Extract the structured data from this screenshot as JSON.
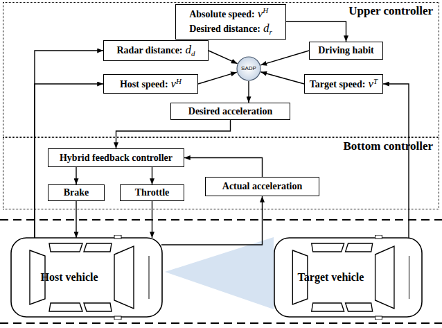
{
  "diagram": {
    "nodes": [
      {
        "text": [
          "Upper controller"
        ]
      },
      {
        "text": [
          "Absolute speed:",
          "v",
          "H",
          "Desired distance:",
          "d",
          "r"
        ],
        "in": 0
      },
      {
        "text": [
          "Radar distance:",
          "d",
          "d"
        ],
        "in": 0
      },
      {
        "text": [
          "SADP"
        ],
        "in": 0
      },
      {
        "text": [
          "Driving habit"
        ],
        "in": 0
      },
      {
        "text": [
          "Host speed:",
          "v",
          "H"
        ],
        "in": 0
      },
      {
        "text": [
          "Target speed:",
          "v",
          "T"
        ],
        "in": 0
      },
      {
        "text": [
          "Desired acceleration"
        ],
        "in": 0
      },
      {
        "text": [
          "Bottom controller"
        ]
      },
      {
        "text": [
          "Hybrid feedback controller"
        ],
        "in": 8
      },
      {
        "text": [
          "Brake"
        ],
        "in": 8
      },
      {
        "text": [
          "Throttle"
        ],
        "in": 8
      },
      {
        "text": [
          "Actual acceleration"
        ],
        "in": 8
      },
      {
        "text": [
          "Host vehicle"
        ]
      },
      {
        "text": [
          "Target vehicle"
        ]
      }
    ],
    "edges": [
      {
        "from": 2,
        "to": 3,
        "arrow": "to"
      },
      {
        "from": 5,
        "to": 3,
        "arrow": "to"
      },
      {
        "from": 4,
        "to": 3,
        "arrow": "to"
      },
      {
        "from": 6,
        "to": 3,
        "arrow": "to"
      },
      {
        "from": 1,
        "to": 4,
        "arrow": "to"
      },
      {
        "from": 3,
        "to": 7,
        "arrow": "to"
      },
      {
        "from": 7,
        "to": 9,
        "arrow": "to"
      },
      {
        "from": 12,
        "to": 9,
        "arrow": "to"
      },
      {
        "from": 9,
        "to": 10,
        "arrow": "to"
      },
      {
        "from": 9,
        "to": 11,
        "arrow": "to"
      },
      {
        "from": 10,
        "to": 13,
        "arrow": "to"
      },
      {
        "from": 11,
        "to": 13,
        "arrow": "to"
      },
      {
        "from": 13,
        "to": 12,
        "arrow": "to"
      },
      {
        "from": 13,
        "to": 2,
        "arrow": "to"
      },
      {
        "from": 13,
        "to": 5,
        "arrow": "to"
      },
      {
        "from": 14,
        "to": 6,
        "arrow": "to"
      }
    ]
  }
}
